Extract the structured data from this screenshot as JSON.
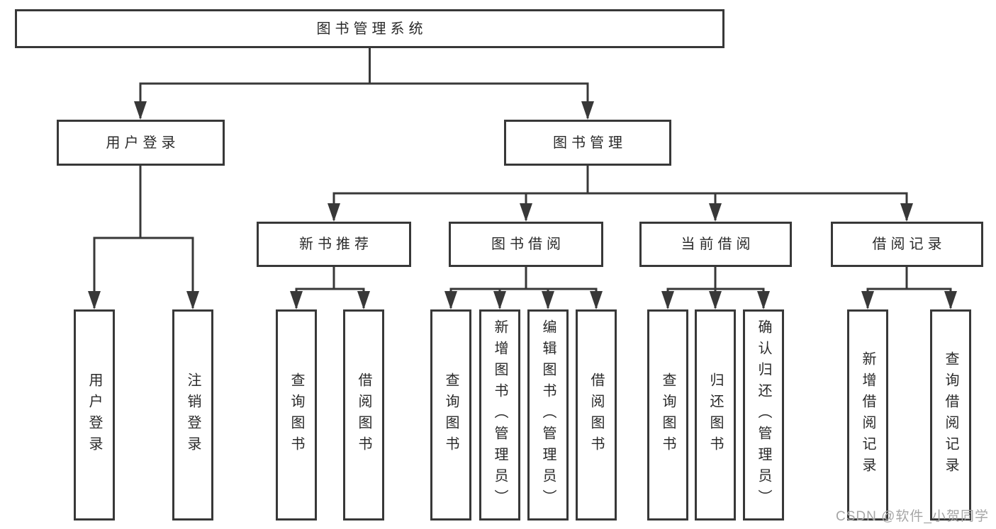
{
  "nodes": {
    "root": "图书管理系统",
    "user_login": "用户登录",
    "book_management": "图书管理",
    "new_book_recommend": "新书推荐",
    "book_borrow": "图书借阅",
    "current_borrow": "当前借阅",
    "borrow_record": "借阅记录",
    "leaf_user_login": "用户登录",
    "leaf_logout_login": "注销登录",
    "leaf_query_book_recommend": "查询图书",
    "leaf_borrow_book_recommend": "借阅图书",
    "leaf_query_book_borrow": "查询图书",
    "leaf_add_book_admin": "新增图书（管理员）",
    "leaf_edit_book_admin": "编辑图书（管理员）",
    "leaf_borrow_book_borrow": "借阅图书",
    "leaf_query_book_current": "查询图书",
    "leaf_return_book": "归还图书",
    "leaf_confirm_return_admin": "确认归还（管理员）",
    "leaf_add_borrow_record": "新增借阅记录",
    "leaf_query_borrow_record": "查询借阅记录"
  },
  "watermark": "CSDN @软件_小贺同学",
  "colors": {
    "line": "#383838",
    "box_border": "#383838",
    "text": "#2a2a2a",
    "watermark": "#a6a6a6",
    "background": "#ffffff"
  }
}
